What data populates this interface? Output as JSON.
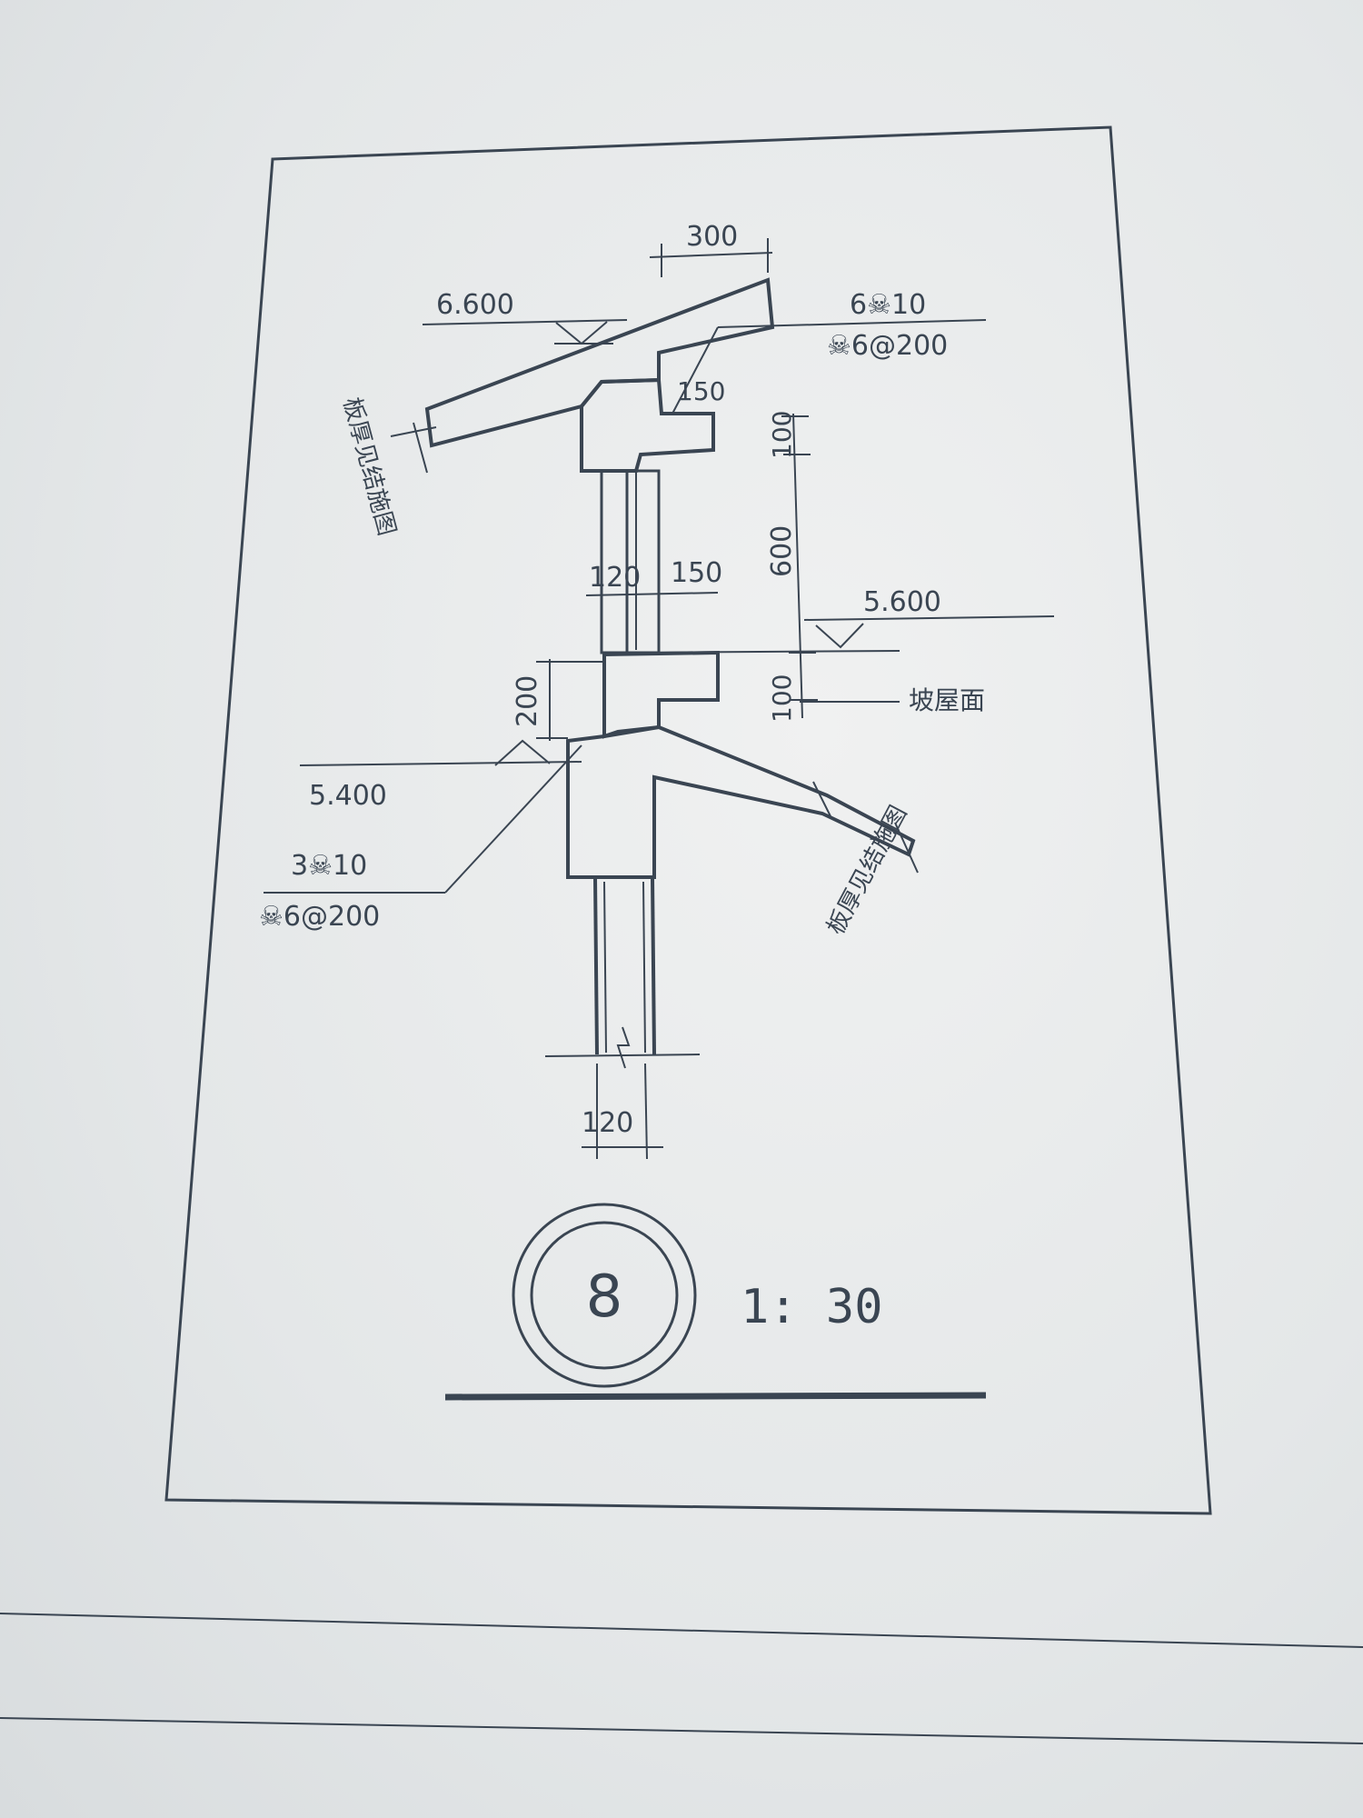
{
  "drawing": {
    "dimensions": {
      "top_width": "300",
      "left_thick_mid": "120",
      "right_thick_mid": "150",
      "upper_ledge": "150",
      "upper_gap": "100",
      "window_height": "600",
      "lower_gap": "100",
      "lower_beam": "200",
      "wall_thickness": "120"
    },
    "elevations": {
      "top": "6.600",
      "middle": "5.600",
      "bottom": "5.400"
    },
    "rebar": {
      "upper_main": "6☠10",
      "upper_stirrup": "☠6@200",
      "lower_main": "3☠10",
      "lower_stirrup": "☠6@200"
    },
    "notes": {
      "upper_slab": "板厚见结施图",
      "lower_slab": "板厚见结施图",
      "slope_roof": "坡屋面"
    },
    "detail_number": "8",
    "scale": "1: 30"
  }
}
